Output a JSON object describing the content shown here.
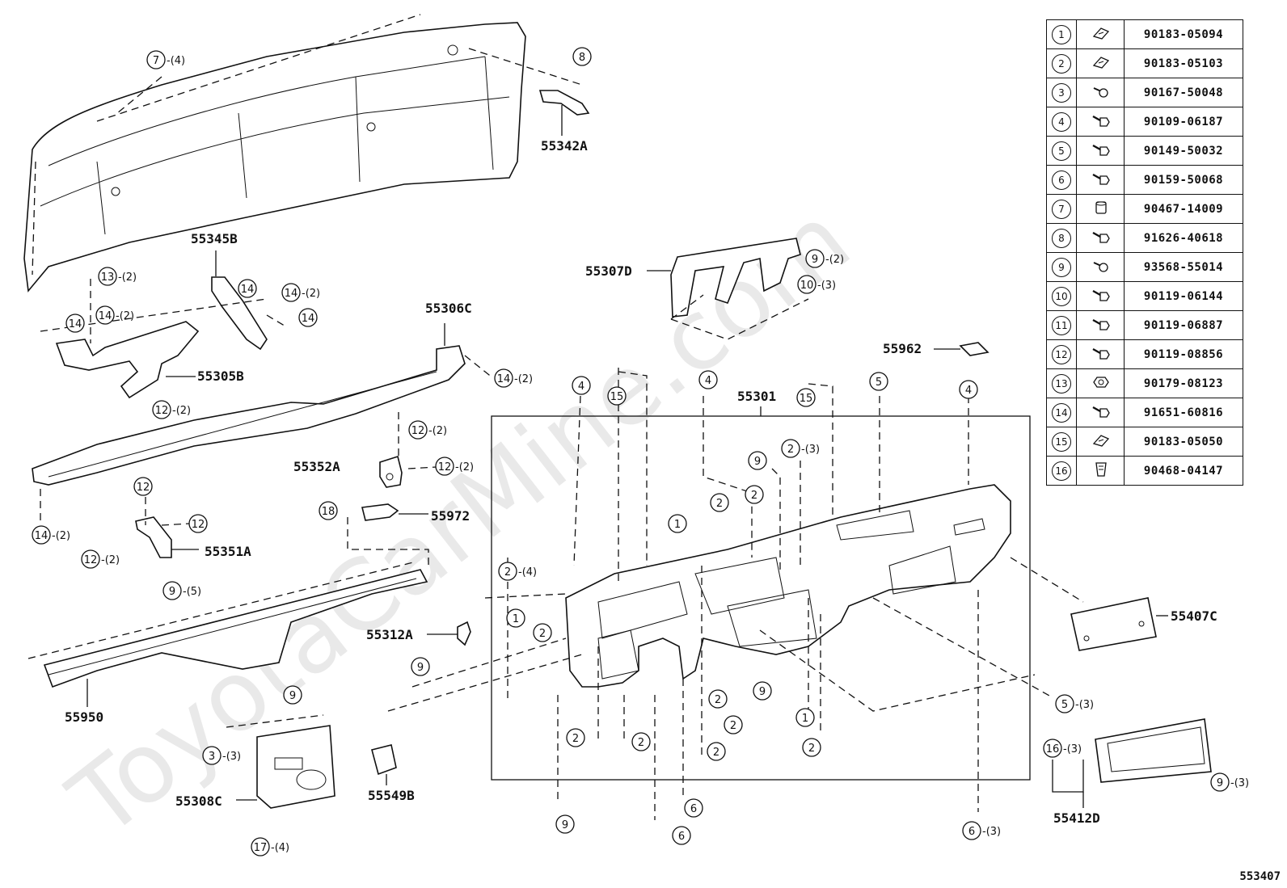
{
  "watermark": "ToyotaCarMine.com",
  "diagram_code": "553407",
  "fastener_table": [
    {
      "index": "1",
      "icon": "clip-nut-icon",
      "part_no": "90183-05094"
    },
    {
      "index": "2",
      "icon": "clip-nut-icon",
      "part_no": "90183-05103"
    },
    {
      "index": "3",
      "icon": "screw-icon",
      "part_no": "90167-50048"
    },
    {
      "index": "4",
      "icon": "bolt-icon",
      "part_no": "90109-06187"
    },
    {
      "index": "5",
      "icon": "bolt-icon",
      "part_no": "90149-50032"
    },
    {
      "index": "6",
      "icon": "bolt-icon",
      "part_no": "90159-50068"
    },
    {
      "index": "7",
      "icon": "grommet-icon",
      "part_no": "90467-14009"
    },
    {
      "index": "8",
      "icon": "bolt-icon",
      "part_no": "91626-40618"
    },
    {
      "index": "9",
      "icon": "screw-icon",
      "part_no": "93568-55014"
    },
    {
      "index": "10",
      "icon": "bolt-icon",
      "part_no": "90119-06144"
    },
    {
      "index": "11",
      "icon": "bolt-icon",
      "part_no": "90119-06887"
    },
    {
      "index": "12",
      "icon": "bolt-icon",
      "part_no": "90119-08856"
    },
    {
      "index": "13",
      "icon": "nut-icon",
      "part_no": "90179-08123"
    },
    {
      "index": "14",
      "icon": "bolt-icon",
      "part_no": "91651-60816"
    },
    {
      "index": "15",
      "icon": "clip-nut-icon",
      "part_no": "90183-05050"
    },
    {
      "index": "16",
      "icon": "clip-icon",
      "part_no": "90468-04147"
    }
  ],
  "part_labels": {
    "p55342A": "55342A",
    "p55345B": "55345B",
    "p55305B": "55305B",
    "p55306C": "55306C",
    "p55307D": "55307D",
    "p55962": "55962",
    "p55301": "55301",
    "p55352A": "55352A",
    "p55972": "55972",
    "p55351A": "55351A",
    "p55312A": "55312A",
    "p55407C": "55407C",
    "p55950": "55950",
    "p55308C": "55308C",
    "p55549B": "55549B",
    "p55412D": "55412D"
  },
  "callouts": {
    "c1": {
      "n": "7",
      "q": "-(4)"
    },
    "c2": {
      "n": "8",
      "q": ""
    },
    "c3": {
      "n": "13",
      "q": "-(2)"
    },
    "c4": {
      "n": "14",
      "q": ""
    },
    "c5": {
      "n": "14",
      "q": "-(2)"
    },
    "c6": {
      "n": "14",
      "q": ""
    },
    "c7": {
      "n": "14",
      "q": "-(2)"
    },
    "c8": {
      "n": "14",
      "q": ""
    },
    "c9": {
      "n": "12",
      "q": "-(2)"
    },
    "c10": {
      "n": "14",
      "q": "-(2)"
    },
    "c11": {
      "n": "12",
      "q": "-(2)"
    },
    "c12": {
      "n": "12",
      "q": "-(2)"
    },
    "c13": {
      "n": "12",
      "q": ""
    },
    "c14": {
      "n": "12",
      "q": ""
    },
    "c15": {
      "n": "12",
      "q": "-(2)"
    },
    "c16": {
      "n": "14",
      "q": "-(2)"
    },
    "c17": {
      "n": "18",
      "q": ""
    },
    "c18": {
      "n": "9",
      "q": "-(5)"
    },
    "c19": {
      "n": "9",
      "q": ""
    },
    "c20": {
      "n": "3",
      "q": "-(3)"
    },
    "c21": {
      "n": "17",
      "q": "-(4)"
    },
    "c22": {
      "n": "9",
      "q": "-(2)"
    },
    "c23": {
      "n": "10",
      "q": "-(3)"
    },
    "c24": {
      "n": "4",
      "q": ""
    },
    "c25": {
      "n": "15",
      "q": ""
    },
    "c26": {
      "n": "4",
      "q": ""
    },
    "c27": {
      "n": "15",
      "q": ""
    },
    "c28": {
      "n": "5",
      "q": ""
    },
    "c29": {
      "n": "4",
      "q": ""
    },
    "c30": {
      "n": "9",
      "q": ""
    },
    "c31": {
      "n": "2",
      "q": "-(3)"
    },
    "c32": {
      "n": "2",
      "q": ""
    },
    "c33": {
      "n": "2",
      "q": ""
    },
    "c34": {
      "n": "1",
      "q": ""
    },
    "c35": {
      "n": "2",
      "q": "-(4)"
    },
    "c36": {
      "n": "1",
      "q": ""
    },
    "c37": {
      "n": "2",
      "q": ""
    },
    "c38": {
      "n": "9",
      "q": ""
    },
    "c39": {
      "n": "2",
      "q": ""
    },
    "c40": {
      "n": "2",
      "q": ""
    },
    "c41": {
      "n": "2",
      "q": ""
    },
    "c42": {
      "n": "2",
      "q": ""
    },
    "c43": {
      "n": "9",
      "q": ""
    },
    "c44": {
      "n": "2",
      "q": ""
    },
    "c45": {
      "n": "1",
      "q": ""
    },
    "c46": {
      "n": "2",
      "q": ""
    },
    "c47": {
      "n": "6",
      "q": ""
    },
    "c48": {
      "n": "6",
      "q": ""
    },
    "c49": {
      "n": "9",
      "q": ""
    },
    "c50": {
      "n": "6",
      "q": "-(3)"
    },
    "c51": {
      "n": "5",
      "q": "-(3)"
    },
    "c52": {
      "n": "16",
      "q": "-(3)"
    },
    "c53": {
      "n": "9",
      "q": "-(3)"
    }
  }
}
